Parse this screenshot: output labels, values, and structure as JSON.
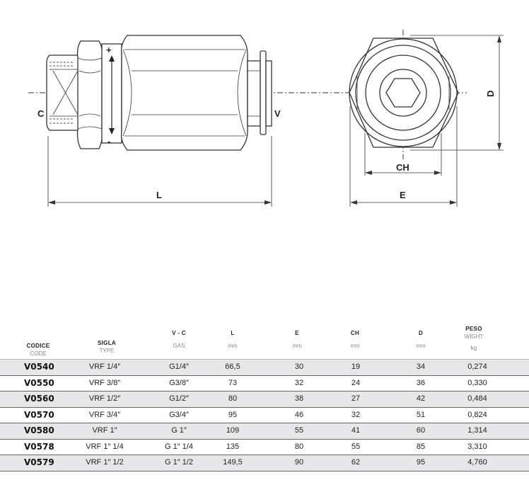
{
  "drawing": {
    "labels": {
      "c": "C",
      "v": "V",
      "l": "L",
      "e": "E",
      "ch": "CH",
      "d": "D",
      "plus": "+",
      "minus": "-"
    }
  },
  "table": {
    "headers": [
      {
        "key": "codice",
        "top": "",
        "main": "CODICE",
        "sub": "CODE"
      },
      {
        "key": "sigla",
        "top": "",
        "main": "SIGLA",
        "sub": "TYPE"
      },
      {
        "key": "vc",
        "top": "V - C",
        "main": "",
        "sub": "GAS"
      },
      {
        "key": "l",
        "top": "L",
        "main": "",
        "sub": "mm"
      },
      {
        "key": "e",
        "top": "E",
        "main": "",
        "sub": "mm"
      },
      {
        "key": "ch",
        "top": "CH",
        "main": "",
        "sub": "mm"
      },
      {
        "key": "d",
        "top": "D",
        "main": "",
        "sub": "mm"
      },
      {
        "key": "peso",
        "top": "PESO",
        "main": "WIGHT",
        "sub": "kg"
      }
    ],
    "rows": [
      [
        "V0540",
        "VRF 1/4″",
        "G1/4″",
        "66,5",
        "30",
        "19",
        "34",
        "0,274"
      ],
      [
        "V0550",
        "VRF 3/8″",
        "G3/8″",
        "73",
        "32",
        "24",
        "36",
        "0,330"
      ],
      [
        "V0560",
        "VRF 1/2″",
        "G1/2″",
        "80",
        "38",
        "27",
        "42",
        "0,484"
      ],
      [
        "V0570",
        "VRF 3/4″",
        "G3/4″",
        "95",
        "46",
        "32",
        "51",
        "0,824"
      ],
      [
        "V0580",
        "VRF 1″",
        "G 1″",
        "109",
        "55",
        "41",
        "60",
        "1,314"
      ],
      [
        "V0578",
        "VRF 1″ 1/4",
        "G 1″ 1/4",
        "135",
        "80",
        "55",
        "85",
        "3,310"
      ],
      [
        "V0579",
        "VRF 1″ 1/2",
        "G 1″ 1/2",
        "149,5",
        "90",
        "62",
        "95",
        "4,760"
      ]
    ]
  }
}
